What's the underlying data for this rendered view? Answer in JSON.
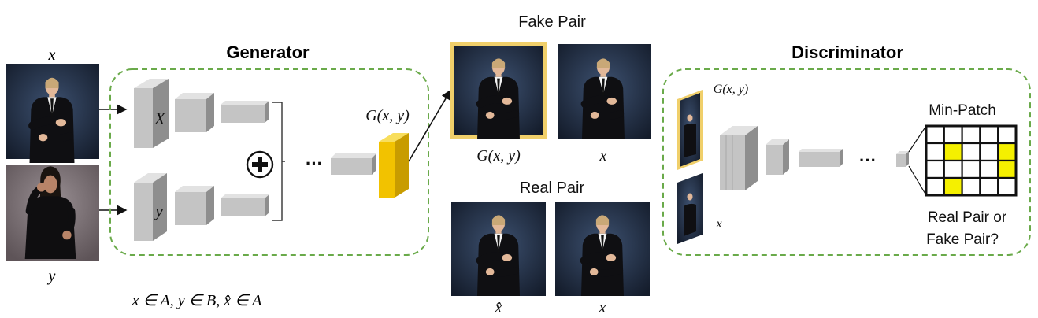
{
  "generator": {
    "title": "Generator",
    "input_x_label": "x",
    "input_y_label": "y",
    "encoder_x_label": "X",
    "encoder_y_label": "y",
    "fusion_symbol": "+",
    "ellipsis": "···",
    "output_label": "G(x, y)"
  },
  "fake_pair": {
    "title": "Fake Pair",
    "generated_label": "G(x, y)",
    "source_label": "x"
  },
  "real_pair": {
    "title": "Real Pair",
    "target_label": "x̂",
    "source_label": "x"
  },
  "discriminator": {
    "title": "Discriminator",
    "input_top_label": "G(x, y)",
    "input_bottom_label": "x",
    "ellipsis": "···",
    "patch_title": "Min-Patch",
    "patch_grid": [
      [
        0,
        0,
        0,
        0,
        0
      ],
      [
        0,
        1,
        0,
        0,
        1
      ],
      [
        0,
        0,
        0,
        0,
        1
      ],
      [
        0,
        1,
        0,
        0,
        0
      ]
    ],
    "question_line1": "Real Pair or",
    "question_line2": "Fake Pair?"
  },
  "domains_caption": "x ∈ A, y ∈ B, x̂ ∈ A",
  "colors": {
    "dashed_border": "#6aaa4a",
    "output_block": "#f2c200",
    "highlight_frame": "#f0cf6a",
    "patch_cell": "#f5f000",
    "block_front": "#c4c4c4",
    "block_top": "#e2e2e2",
    "block_side": "#8e8e8e",
    "photo_dark": "#1f2a3d",
    "photo_gray": "#7a6f73"
  }
}
